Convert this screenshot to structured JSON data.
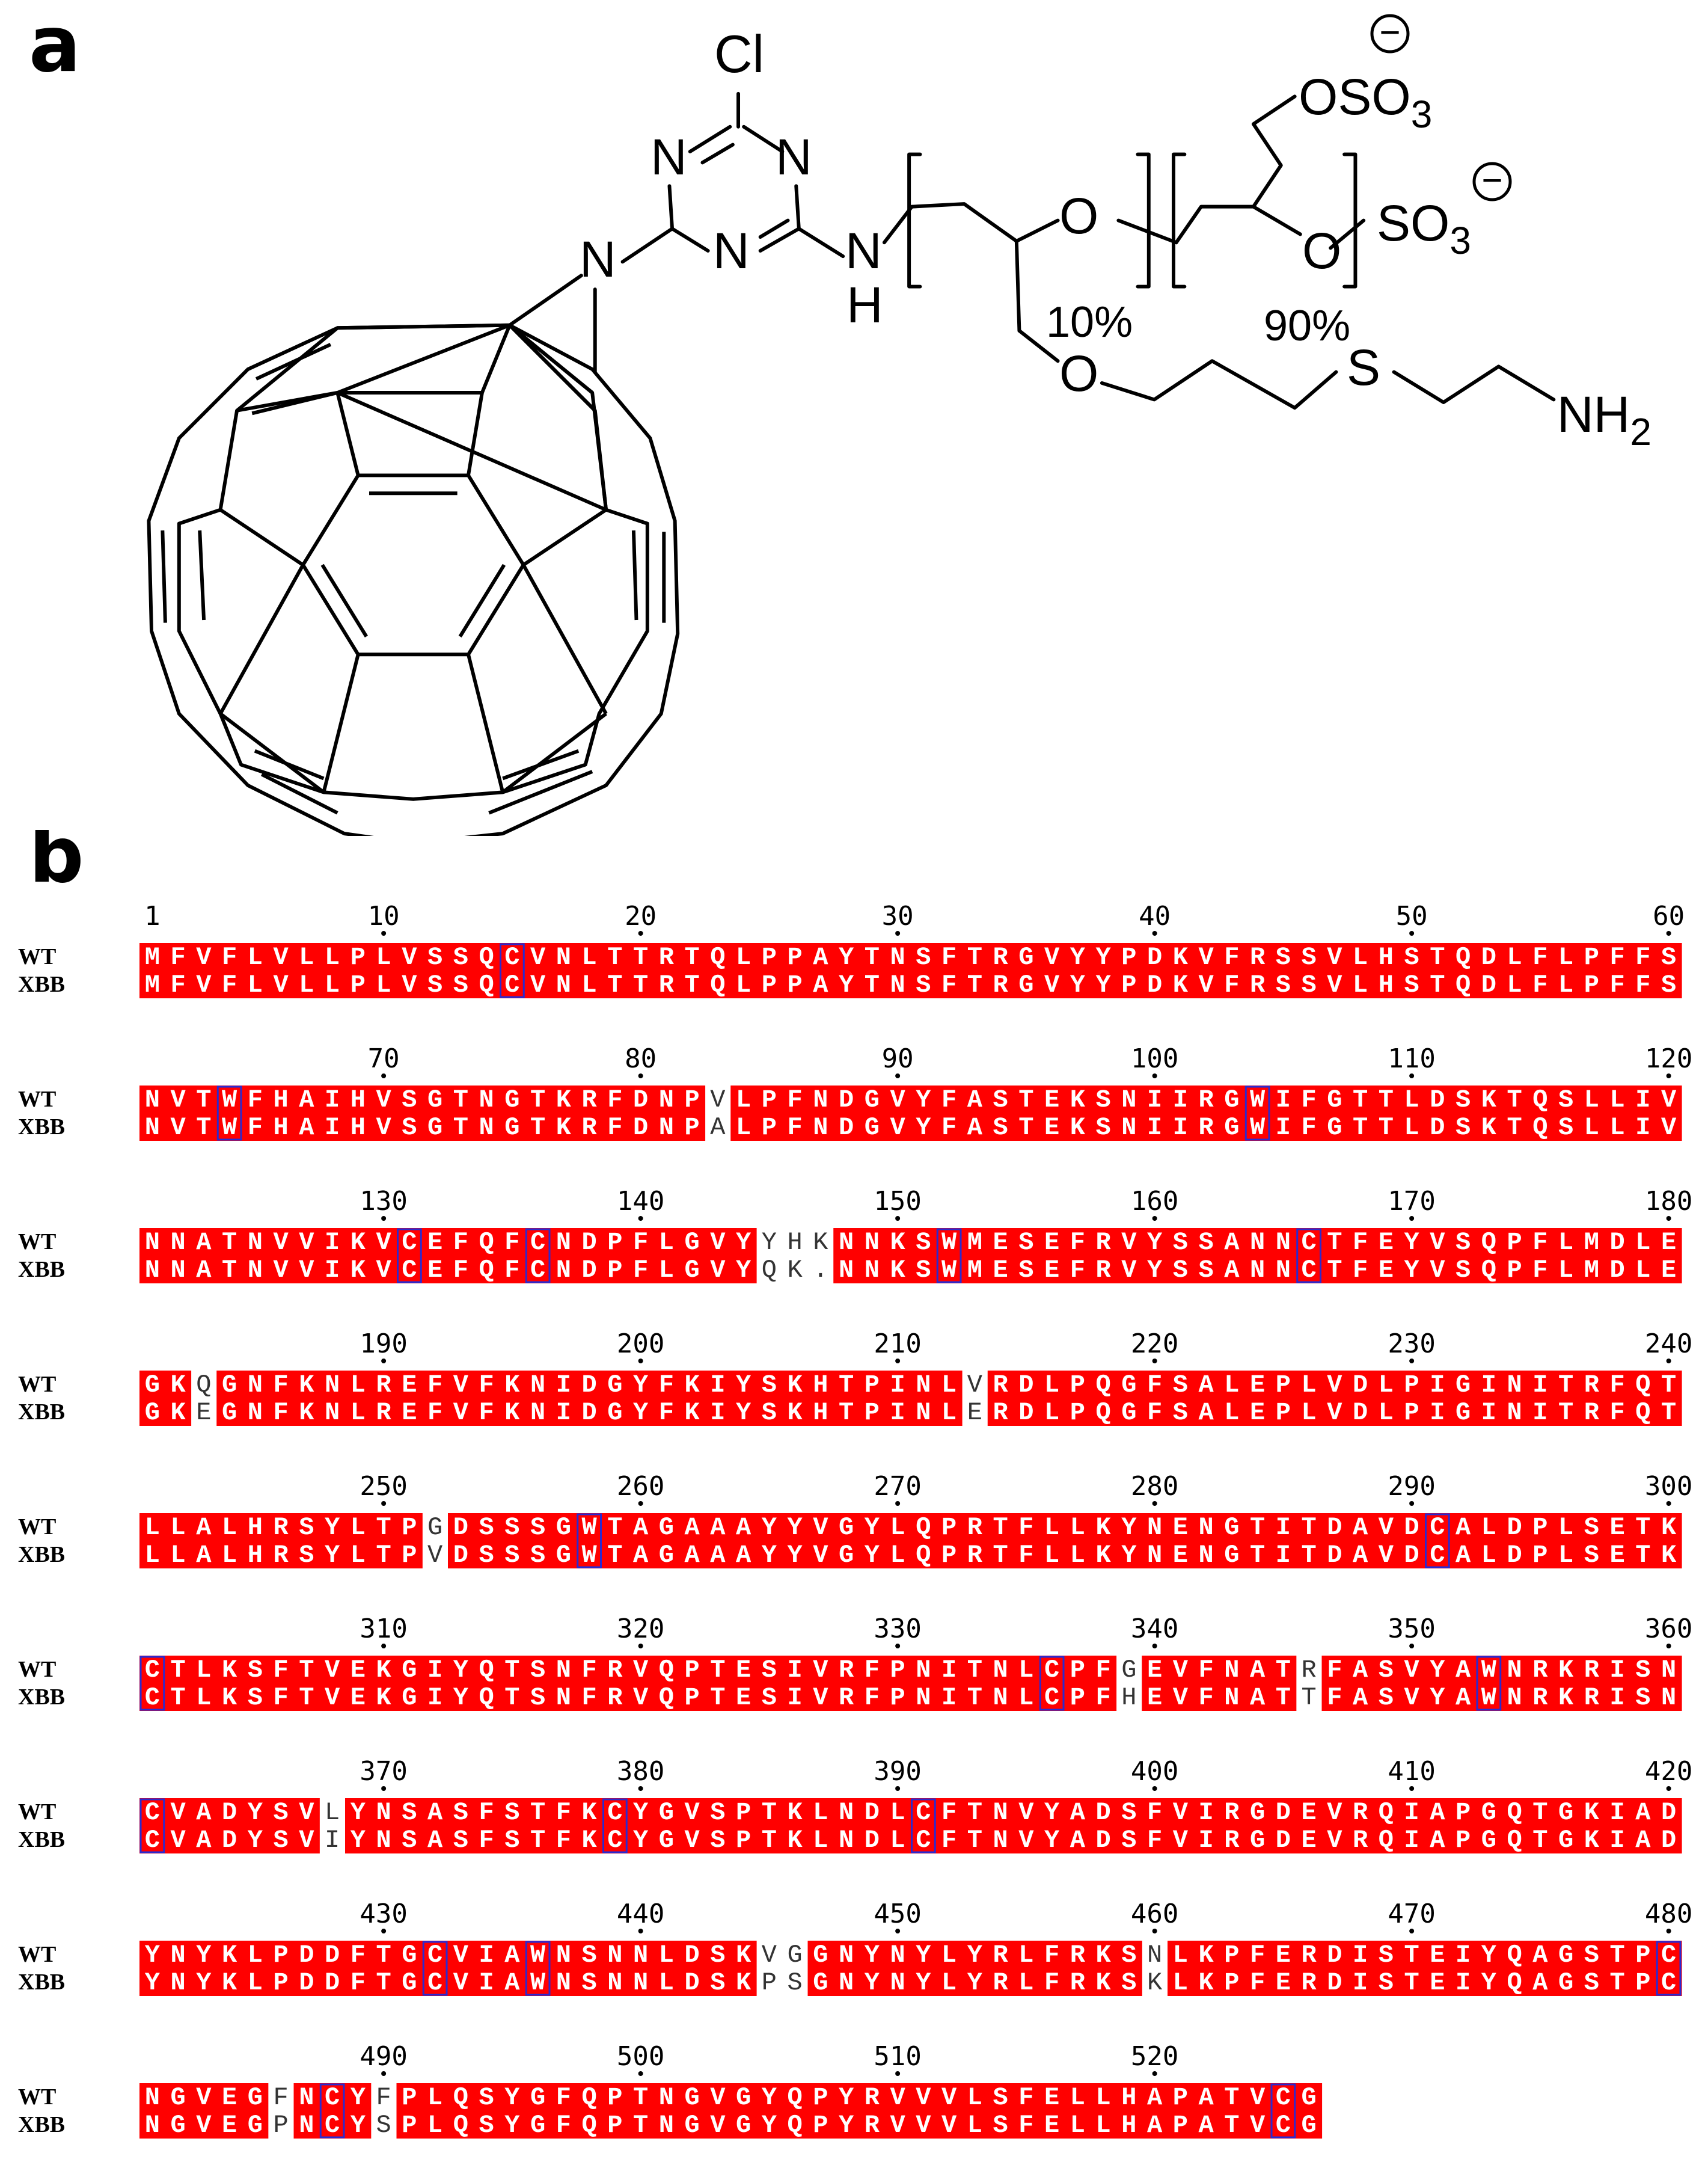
{
  "panel_a": {
    "letter": "a",
    "atoms": {
      "cl": "Cl",
      "n_triazine": "N",
      "n_aziridine": "N",
      "nh": "N",
      "h": "H",
      "o": "O",
      "oso3": "OSO",
      "so3": "SO",
      "sub3": "3",
      "s": "S",
      "nh2": "NH",
      "sub2": "2",
      "minus": "−"
    },
    "pct_left": "10%",
    "pct_right": "90%"
  },
  "panel_b": {
    "letter": "b",
    "row_labels": [
      "WT",
      "XBB"
    ],
    "blocks": [
      {
        "start": 1,
        "wt": "MFVFLVLLPLVSSQCVNLTTRTQLPPAYTNSFTRGVYYPDKVFRSSVLHSTQDLFLPFFS",
        "xbb": "MFVFLVLLPLVSSQCVNLTTRTQLPPAYTNSFTRGVYYPDKVFRSSVLHSTQDLFLPFFS",
        "numbers": [
          "1",
          "10",
          "20",
          "30",
          "40",
          "50",
          "60"
        ],
        "boxed": [
          15
        ]
      },
      {
        "start": 61,
        "wt": "NVTWFHAIHVSGTNGTKRFDNPVLPFNDGVYFASTEKSNIIRGWIFGTTLDSKTQSLLIV",
        "xbb": "NVTWFHAIHVSGTNGTKRFDNPALPFNDGVYFASTEKSNIIRGWIFGTTLDSKTQSLLIV",
        "numbers": [
          "70",
          "80",
          "90",
          "100",
          "110",
          "120"
        ],
        "boxed": [
          64,
          104
        ]
      },
      {
        "start": 121,
        "wt": "NNATNVVIKVCEFQFCNDPFLGVYYHKNNKSWMESEFRVYSSANNCTFEYVSQPFLMDLE",
        "xbb": "NNATNVVIKVCEFQFCNDPFLGVYQK.NNKSWMESEFRVYSSANNCTFEYVSQPFLMDLE",
        "numbers": [
          "130",
          "140",
          "150",
          "160",
          "170",
          "180"
        ],
        "boxed": [
          131,
          136,
          152,
          166
        ]
      },
      {
        "start": 181,
        "wt": "GKQGNFKNLREFVFKNIDGYFKIYSKHTPINLVRDLPQGFSALEPLVDLPIGINITRFQT",
        "xbb": "GKEGNFKNLREFVFKNIDGYFKIYSKHTPINLERDLPQGFSALEPLVDLPIGINITRFQT",
        "numbers": [
          "190",
          "200",
          "210",
          "220",
          "230",
          "240"
        ],
        "boxed": []
      },
      {
        "start": 241,
        "wt": "LLALHRSYLTPGDSSSGWTAGAAAYYVGYLQPRTFLLKYNENGTITDAVDCALDPLSETK",
        "xbb": "LLALHRSYLTPVDSSSGWTAGAAAYYVGYLQPRTFLLKYNENGTITDAVDCALDPLSETK",
        "numbers": [
          "250",
          "260",
          "270",
          "280",
          "290",
          "300"
        ],
        "boxed": [
          258,
          291
        ]
      },
      {
        "start": 301,
        "wt": "CTLKSFTVEKGIYQTSNFRVQPTESIVRFPNITNLCPFGEVFNATRFASVYAWNRKRISN",
        "xbb": "CTLKSFTVEKGIYQTSNFRVQPTESIVRFPNITNLCPFHEVFNATTFASVYAWNRKRISN",
        "numbers": [
          "310",
          "320",
          "330",
          "340",
          "350",
          "360"
        ],
        "boxed": [
          301,
          336,
          353
        ]
      },
      {
        "start": 361,
        "wt": "CVADYSVLYNSASFSTFKCYGVSPTKLNDLCFTNVYADSFVIRGDEVRQIAPGQTGKIAD",
        "xbb": "CVADYSVIYNSASFSTFKCYGVSPTKLNDLCFTNVYADSFVIRGDEVRQIAPGQTGKIAD",
        "numbers": [
          "370",
          "380",
          "390",
          "400",
          "410",
          "420"
        ],
        "boxed": [
          361,
          379,
          391
        ]
      },
      {
        "start": 421,
        "wt": "YNYKLPDDFTGCVIAWNSNNLDSKVGGNYNYLYRLFRKSNLKPFERDISTEIYQAGSTPC",
        "xbb": "YNYKLPDDFTGCVIAWNSNNLDSKPSGNYNYLYRLFRKSKLKPFERDISTEIYQAGSTPC",
        "numbers": [
          "430",
          "440",
          "450",
          "460",
          "470",
          "480"
        ],
        "boxed": [
          432,
          436,
          480
        ]
      },
      {
        "start": 481,
        "wt": "NGVEGFNCYFPLQSYGFQPTNGVGYQPYRVVVLSFELLHAPATVCG",
        "xbb": "NGVEGPNCYSPLQSYGFQPTNGVGYQPYRVVVLSFELLHAPATVCG",
        "numbers": [
          "490",
          "500",
          "510",
          "520"
        ],
        "boxed": [
          488,
          525
        ]
      }
    ]
  },
  "colors": {
    "conserved_fill": "#ff0000",
    "conserved_text": "#ffffff",
    "variable_text": "#333333",
    "box_stroke": "#2a2ad0",
    "line": "#000000"
  }
}
